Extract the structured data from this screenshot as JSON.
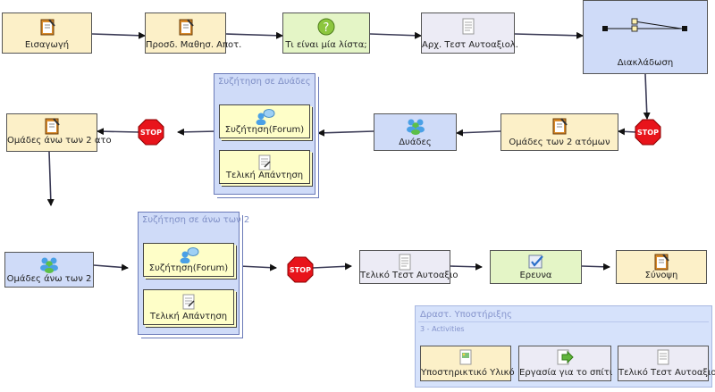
{
  "nodes": {
    "n1": "Εισαγωγή",
    "n2": "Προσδ. Μαθησ. Αποτ.",
    "n3": "Τι είναι μία λίστα;",
    "n4": "Αρχ. Τεστ Αυτοαξιολ.",
    "n5": "Διακλάδωση",
    "n6": "Ομάδες των 2 ατόμων",
    "n7": "Δυάδες",
    "n8": "Ομάδες άνω των 2 ατο",
    "n9": "Ομάδες άνω των 2",
    "n10": "Τελικό Τεστ Αυτοαξιο",
    "n11": "Ερευνα",
    "n12": "Σύνοψη"
  },
  "groups": {
    "g1": {
      "title": "Συζήτηση σε Δυάδες",
      "items": [
        "Συζήτηση(Forum)",
        "Τελική Απάντηση"
      ]
    },
    "g2": {
      "title": "Συζήτηση σε άνω των 2",
      "items": [
        "Συζήτηση(Forum)",
        "Τελική Απάντηση"
      ]
    }
  },
  "stop_label": "STOP",
  "support": {
    "title": "Δραστ. Υποστήριξης",
    "subtitle": "3 - Activities",
    "items": [
      "Υποστηρικτικό Υλικό",
      "Εργασία για το σπίτι",
      "Τελικό Τεστ Αυτοαξιο"
    ]
  },
  "icons": {
    "notebook": "notebook-icon",
    "question": "question-icon",
    "document": "document-icon",
    "branch": "branching-icon",
    "group": "people-group-icon",
    "forum": "forum-icon",
    "check": "checklist-icon",
    "stop": "stop-sign-icon",
    "arrow": "green-arrow-icon"
  },
  "colors": {
    "beige": "#fcf0c8",
    "green": "#e4f5c6",
    "lavender": "#ecebf5",
    "blue": "#cfdbf8",
    "yellow": "#fefec8",
    "stop": "#e8141b"
  }
}
